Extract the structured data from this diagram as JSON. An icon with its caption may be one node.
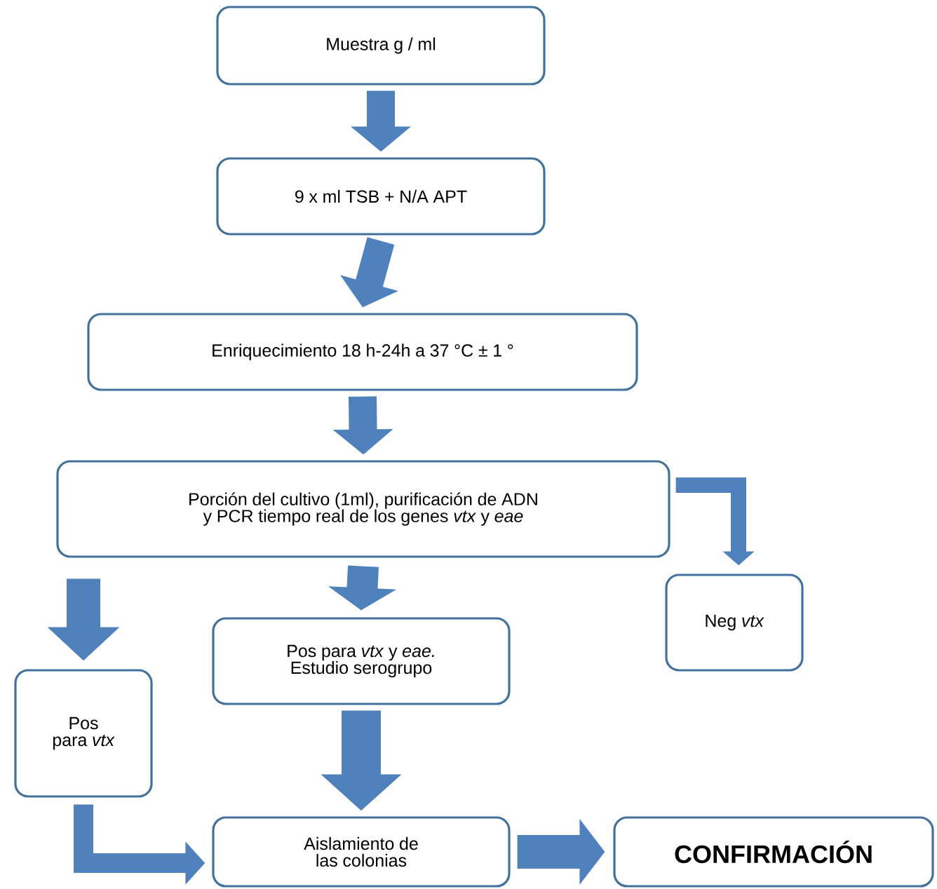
{
  "diagram": {
    "nodes": [
      {
        "text": [
          "Muestra g / ml"
        ]
      },
      {
        "text": [
          "9 x ml TSB + N/A APT"
        ]
      },
      {
        "text": [
          "Enriquecimiento 18 h-24h a 37 °C ± 1 °"
        ]
      },
      {
        "text": [
          "Porción del cultivo (1ml), purificación de ADN y PCR tiempo real de los genes *vtx* y *eae*"
        ]
      },
      {
        "text": [
          "Neg *vtx*"
        ]
      },
      {
        "text": [
          "Pos para *vtx* y *eae.* Estudio serogrupo"
        ]
      },
      {
        "text": [
          "Pos para *vtx*"
        ]
      },
      {
        "text": [
          "Aislamiento de las colonias"
        ]
      },
      {
        "text": [
          "CONFIRMACIÓN"
        ]
      }
    ],
    "edges": [
      {
        "from": 0,
        "to": 1,
        "arrow": "to"
      },
      {
        "from": 1,
        "to": 2,
        "arrow": "to"
      },
      {
        "from": 2,
        "to": 3,
        "arrow": "to"
      },
      {
        "from": 3,
        "to": 4,
        "arrow": "to"
      },
      {
        "from": 3,
        "to": 6,
        "arrow": "to"
      },
      {
        "from": 3,
        "to": 5,
        "arrow": "to"
      },
      {
        "from": 5,
        "to": 7,
        "arrow": "to"
      },
      {
        "from": 6,
        "to": 7,
        "arrow": "to"
      },
      {
        "from": 7,
        "to": 8,
        "arrow": "to"
      }
    ]
  }
}
